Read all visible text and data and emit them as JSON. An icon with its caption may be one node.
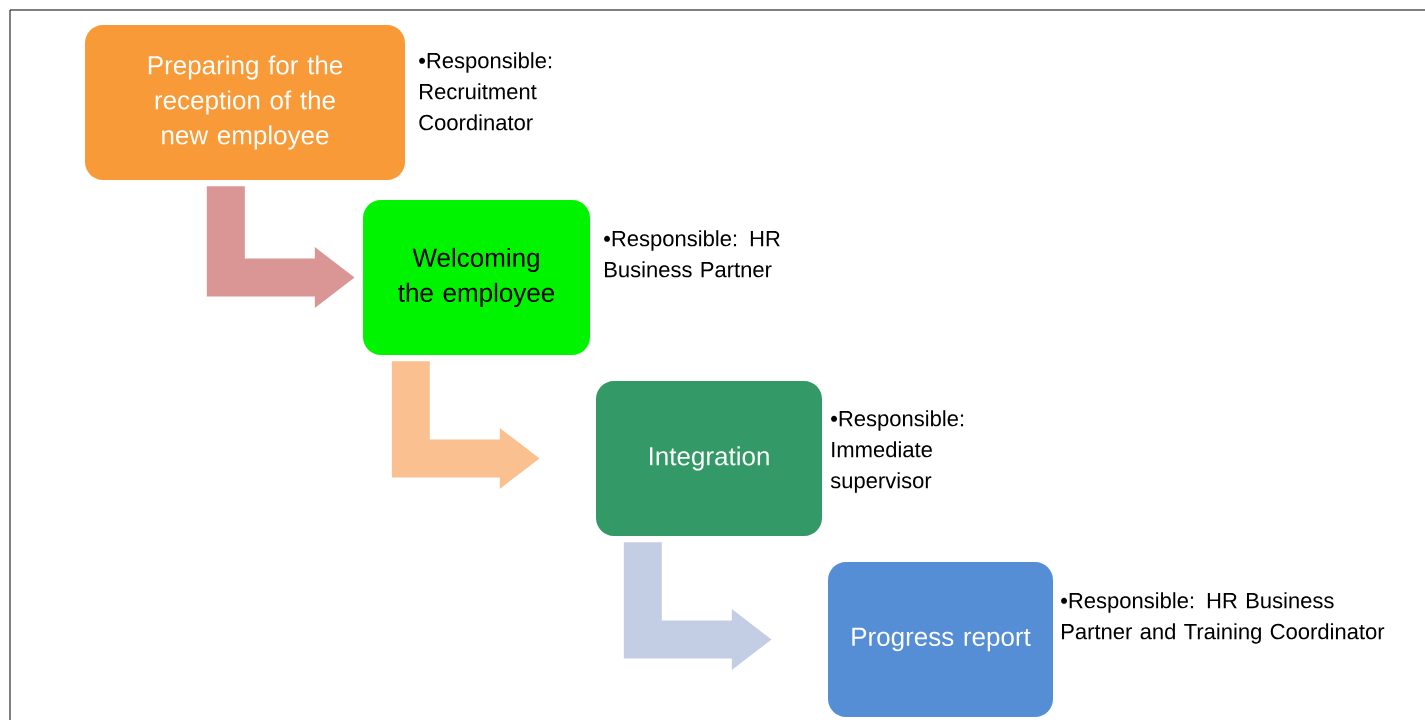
{
  "diagram": {
    "nodes": [
      {
        "text": [
          "Preparing for the reception of the new employee"
        ],
        "beside": [
          "•Responsible: Recruitment Coordinator"
        ]
      },
      {
        "text": [
          "Welcoming the employee"
        ],
        "beside": [
          "•Responsible: HR Business Partner"
        ]
      },
      {
        "text": [
          "Integration"
        ],
        "beside": [
          "•Responsible: Immediate supervisor"
        ]
      },
      {
        "text": [
          "Progress report"
        ],
        "beside": [
          "•Responsible: HR Business Partner and Training Coordinator"
        ]
      }
    ],
    "edges": [
      {
        "from": 0,
        "to": 1,
        "arrow": "to",
        "color": "#d99694"
      },
      {
        "from": 1,
        "to": 2,
        "arrow": "to",
        "color": "#fac090"
      },
      {
        "from": 2,
        "to": 3,
        "arrow": "to",
        "color": "#c3cde3"
      }
    ]
  }
}
